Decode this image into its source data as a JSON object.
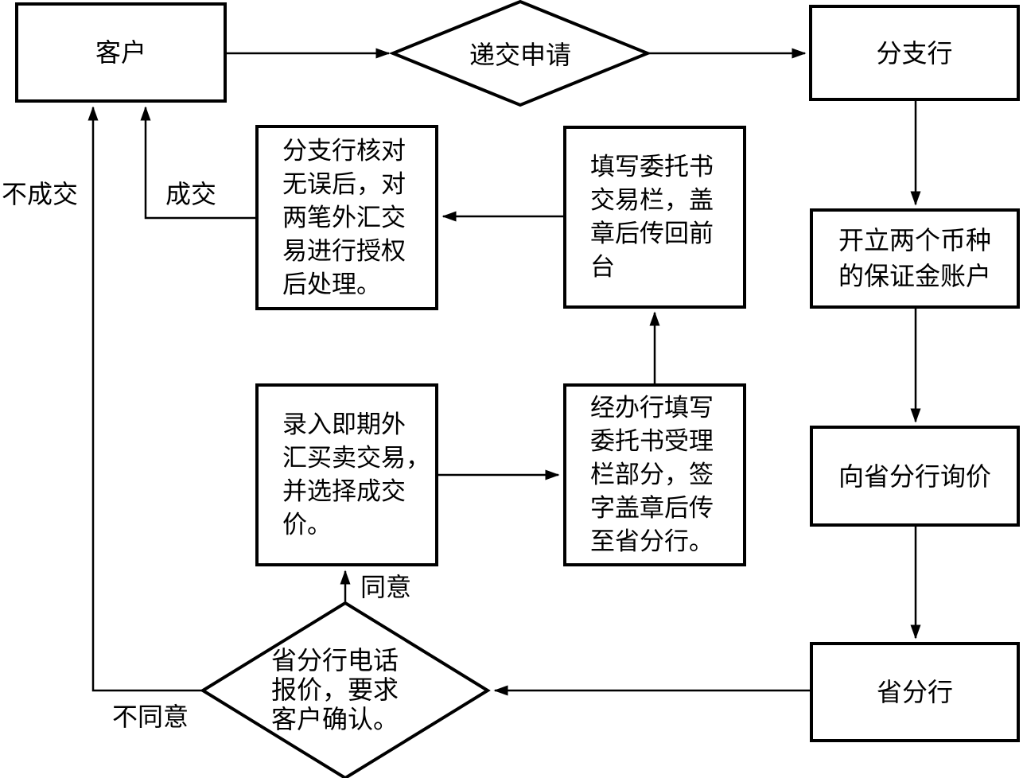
{
  "flowchart": {
    "nodes": {
      "customer": "客户",
      "submit_application": "递交申请",
      "branch": "分支行",
      "open_account": "开立两个币种\n的保证金账户",
      "inquire_price": "向省分行询价",
      "provincial_branch": "省分行",
      "verify_authorize": "分支行核对\n无误后，对\n两笔外汇交\n易进行授权\n后处理。",
      "fill_transaction_column": "填写委托书\n交易栏，盖\n章后传回前\n台",
      "record_trade": "录入即期外\n汇买卖交易，\n并选择成交\n价。",
      "fill_acceptance_column": "经办行填写\n委托书受理\n栏部分，签\n字盖章后传\n至省分行。",
      "phone_quote_confirm": "省分行电话\n报价，要求\n客户确认。"
    },
    "edge_labels": {
      "deal": "成交",
      "no_deal": "不成交",
      "agree": "同意",
      "disagree": "不同意"
    },
    "colors": {
      "ink": "#000000",
      "paper": "#ffffff"
    }
  }
}
